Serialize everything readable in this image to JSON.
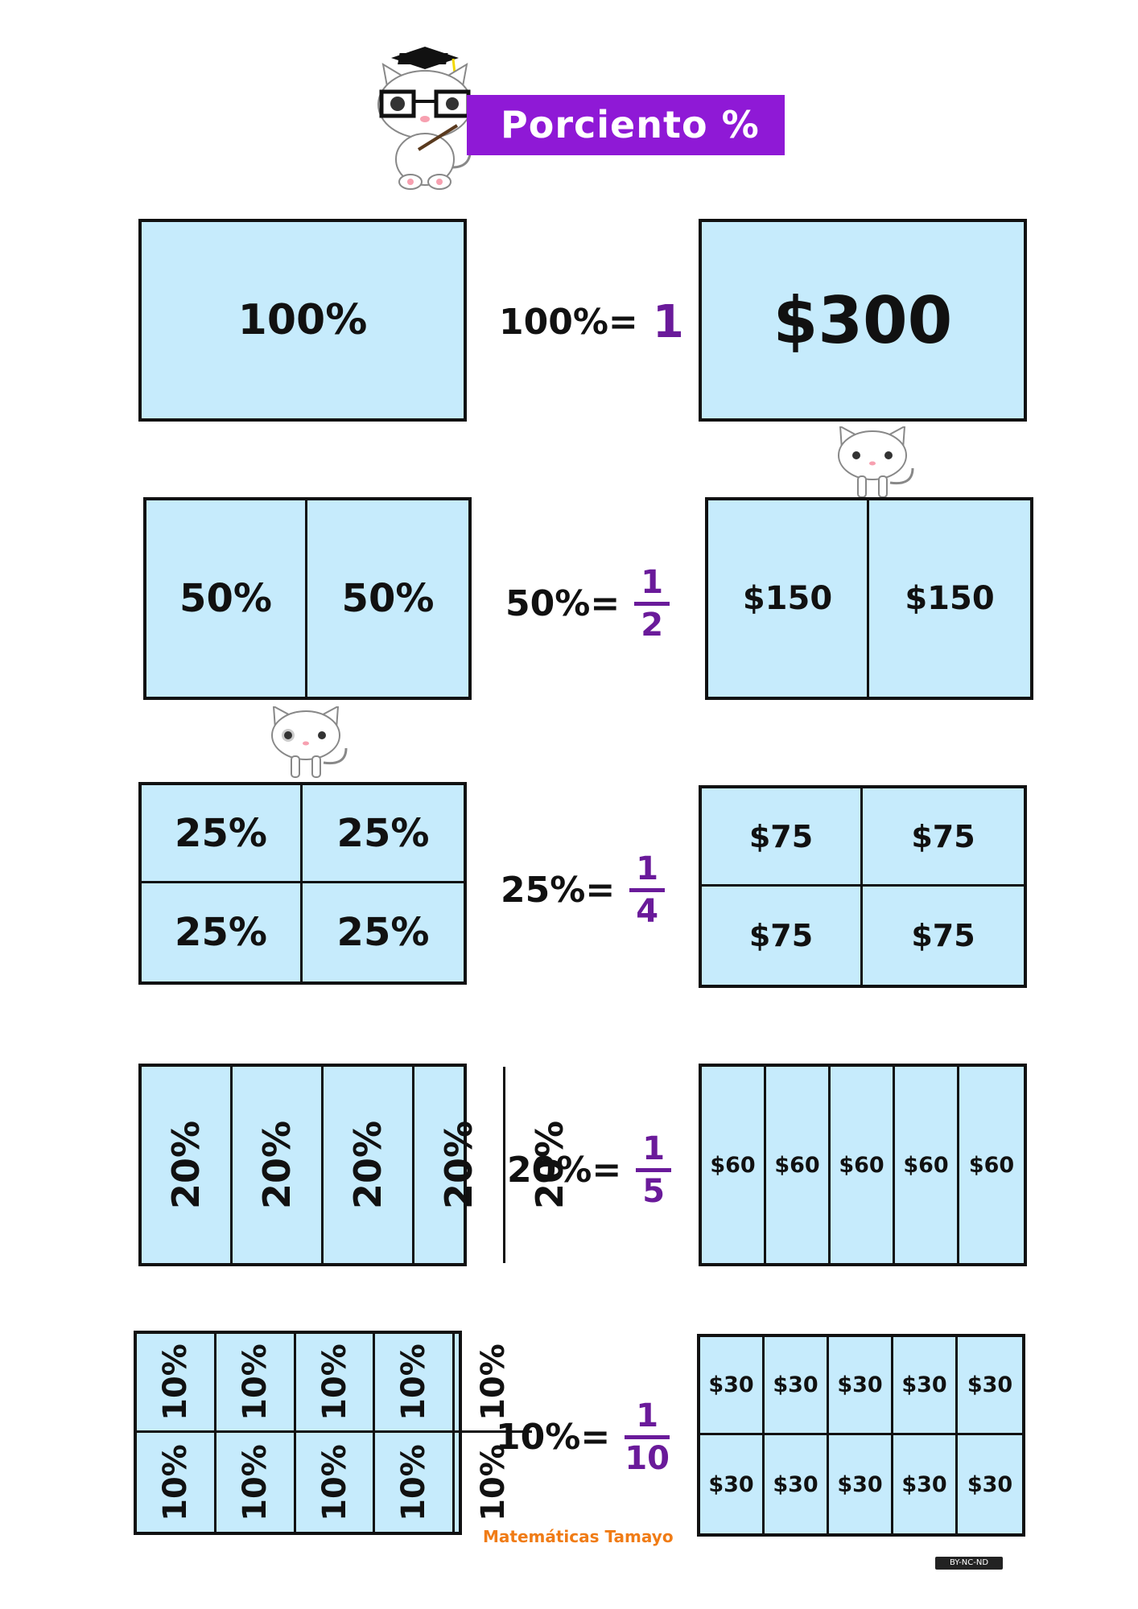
{
  "header": {
    "title": "Porciento %"
  },
  "rows": [
    {
      "left_cells": [
        "100%"
      ],
      "equation": {
        "lhs": "100%=",
        "whole": "1"
      },
      "right_cells": [
        "$300"
      ]
    },
    {
      "left_cells": [
        "50%",
        "50%"
      ],
      "equation": {
        "lhs": "50%=",
        "num": "1",
        "den": "2"
      },
      "right_cells": [
        "$150",
        "$150"
      ]
    },
    {
      "left_cells": [
        "25%",
        "25%",
        "25%",
        "25%"
      ],
      "equation": {
        "lhs": "25%=",
        "num": "1",
        "den": "4"
      },
      "right_cells": [
        "$75",
        "$75",
        "$75",
        "$75"
      ]
    },
    {
      "left_cells": [
        "20%",
        "20%",
        "20%",
        "20%",
        "20%"
      ],
      "equation": {
        "lhs": "20%=",
        "num": "1",
        "den": "5"
      },
      "right_cells": [
        "$60",
        "$60",
        "$60",
        "$60",
        "$60"
      ]
    },
    {
      "left_cells": [
        "10%",
        "10%",
        "10%",
        "10%",
        "10%",
        "10%",
        "10%",
        "10%",
        "10%",
        "10%"
      ],
      "equation": {
        "lhs": "10%=",
        "num": "1",
        "den": "10"
      },
      "right_cells": [
        "$30",
        "$30",
        "$30",
        "$30",
        "$30",
        "$30",
        "$30",
        "$30",
        "$30",
        "$30"
      ]
    }
  ],
  "footer": {
    "credit": "Matemáticas Tamayo",
    "license": "BY-NC-ND"
  },
  "colors": {
    "banner": "#8f19d6",
    "fraction": "#6a1a9a",
    "cell_fill": "#c6ebfc",
    "credit": "#f07c16"
  },
  "icons": [
    "cat-teacher-icon",
    "cat-icon",
    "cc-license-icon"
  ]
}
